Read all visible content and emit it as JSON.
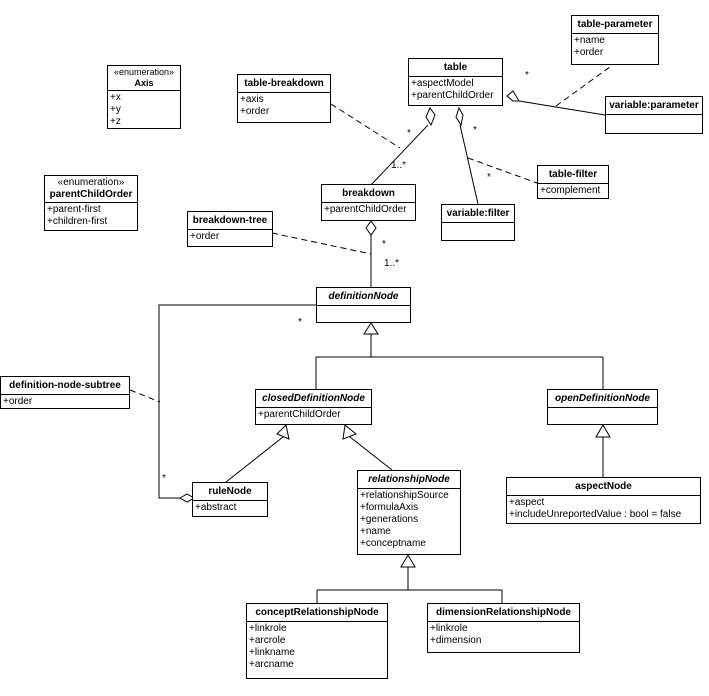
{
  "classes": {
    "axis": {
      "stereotype": "«enumeration»",
      "name": "Axis",
      "attributes": [
        "+x",
        "+y",
        "+z"
      ]
    },
    "parent_child_order": {
      "stereotype": "«enumeration»",
      "name": "parentChildOrder",
      "attributes": [
        "+parent-first",
        "+children-first"
      ]
    },
    "table": {
      "name": "table",
      "attributes": [
        "+aspectModel",
        "+parentChildOrder"
      ]
    },
    "table_parameter": {
      "name": "table-parameter",
      "attributes": [
        "+name",
        "+order"
      ]
    },
    "table_breakdown": {
      "name": "table-breakdown",
      "attributes": [
        "+axis",
        "+order"
      ]
    },
    "variable_parameter": {
      "name": "variable:parameter",
      "attributes": []
    },
    "table_filter": {
      "name": "table-filter",
      "attributes": [
        "+complement"
      ]
    },
    "breakdown": {
      "name": "breakdown",
      "attributes": [
        "+parentChildOrder"
      ]
    },
    "variable_filter": {
      "name": "variable:filter",
      "attributes": []
    },
    "breakdown_tree": {
      "name": "breakdown-tree",
      "attributes": [
        "+order"
      ]
    },
    "definition_node": {
      "name": "definitionNode",
      "attributes": []
    },
    "definition_node_subtree": {
      "name": "definition-node-subtree",
      "attributes": [
        "+order"
      ]
    },
    "closed_definition_node": {
      "name": "closedDefinitionNode",
      "attributes": [
        "+parentChildOrder"
      ]
    },
    "open_definition_node": {
      "name": "openDefinitionNode",
      "attributes": []
    },
    "rule_node": {
      "name": "ruleNode",
      "attributes": [
        "+abstract"
      ]
    },
    "relationship_node": {
      "name": "relationshipNode",
      "attributes": [
        "+relationshipSource",
        "+formulaAxis",
        "+generations",
        "+name",
        "+conceptname"
      ]
    },
    "aspect_node": {
      "name": "aspectNode",
      "attributes": [
        "+aspect",
        "+includeUnreportedValue : bool = false"
      ]
    },
    "concept_relationship_node": {
      "name": "conceptRelationshipNode",
      "attributes": [
        "+linkrole",
        "+arcrole",
        "+linkname",
        "+arcname"
      ]
    },
    "dimension_relationship_node": {
      "name": "dimensionRelationshipNode",
      "attributes": [
        "+linkrole",
        "+dimension"
      ]
    }
  },
  "multiplicities": {
    "table_param_star": "*",
    "table_bd_star": "*",
    "table_filter_star": "*",
    "table_filter_star2": "*",
    "breakdown_1n": "1..*",
    "bdtree_star": "*",
    "bdtree_1n": "1..*",
    "subtree_star_top": "*",
    "subtree_star_bottom": "*"
  }
}
